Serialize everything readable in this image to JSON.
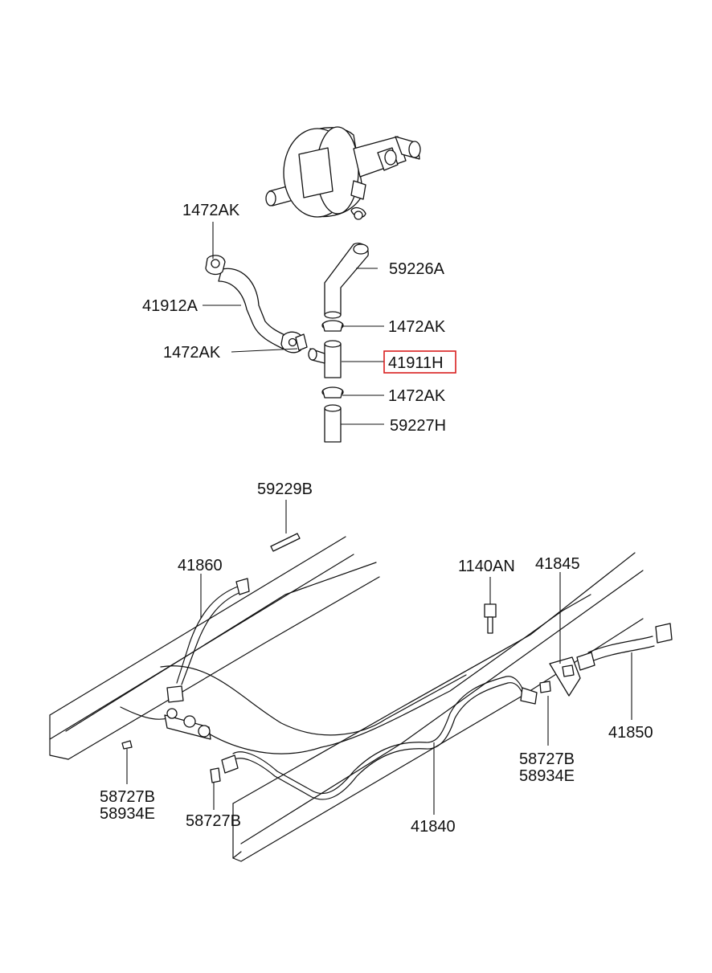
{
  "callouts": {
    "booster_clamp_top": "1472AK",
    "hose_upper_right": "59226A",
    "hose_left": "41912A",
    "clamp_right_upper": "1472AK",
    "clamp_left": "1472AK",
    "tee_fitting": "41911H",
    "clamp_right_lower": "1472AK",
    "hose_lower": "59227H",
    "pin_59229B": "59229B",
    "line_front": "41860",
    "bolt": "1140AN",
    "bracket": "41845",
    "line_rear": "41850",
    "clip_right_a": "58727B",
    "clip_right_b": "58934E",
    "clip_left_a": "58727B",
    "clip_left_b": "58934E",
    "clip_center": "58727B",
    "main_line": "41840"
  },
  "highlight": {
    "part": "41911H",
    "color": "#d81e1e"
  }
}
